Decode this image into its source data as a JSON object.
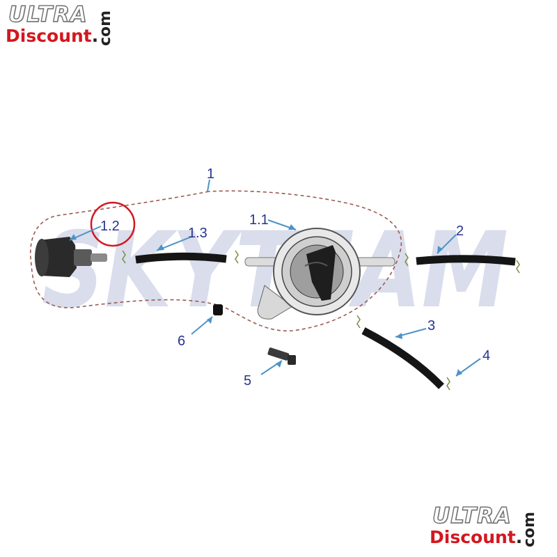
{
  "logo_top": {
    "brand": "ULTRA",
    "store": "Discount",
    "dot": ".",
    "tld": "com"
  },
  "logo_bottom": {
    "brand": "ULTRA",
    "store": "Discount",
    "dot": ".",
    "tld": "com"
  },
  "watermark": "SKYTEAM",
  "callouts": [
    "1",
    "1.1",
    "1.2",
    "1.3",
    "2",
    "3",
    "4",
    "5",
    "6"
  ],
  "colors": {
    "callout_text": "#28338c",
    "leader_line": "#4c93c8",
    "highlight_ring": "#d3171f",
    "boundary_dash": "#9a5a50",
    "watermark": "#cdd2e6",
    "logo_red": "#d3171f"
  }
}
